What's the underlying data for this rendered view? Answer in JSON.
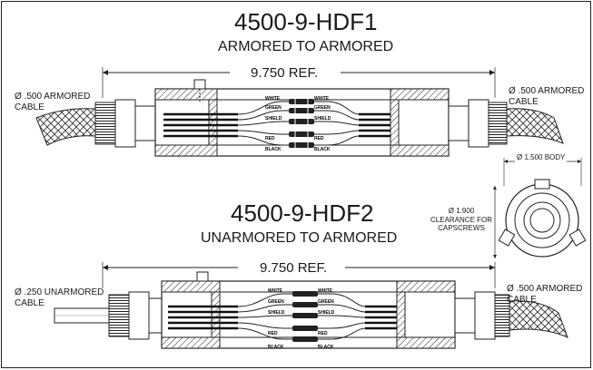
{
  "assembly1": {
    "title": "4500-9-HDF1",
    "subtitle": "ARMORED TO ARMORED",
    "dimension": "9.750 REF.",
    "left_label": [
      "Ø .500 ARMORED",
      "CABLE"
    ],
    "right_label": [
      "Ø .500 ARMORED",
      "CABLE"
    ],
    "wires_left": [
      "WHITE",
      "GREEN",
      "SHIELD",
      "RED",
      "BLACK"
    ],
    "wires_right": [
      "WHITE",
      "GREEN",
      "SHIELD",
      "RED",
      "BLACK"
    ]
  },
  "assembly2": {
    "title": "4500-9-HDF2",
    "subtitle": "UNARMORED TO ARMORED",
    "dimension": "9.750 REF.",
    "left_label": [
      "Ø .250 UNARMORED",
      "CABLE"
    ],
    "right_label": [
      "Ø .500 ARMORED",
      "CABLE"
    ],
    "wires_left": [
      "WHITE",
      "GREEN",
      "SHIELD",
      "RED",
      "BLACK"
    ],
    "wires_right": [
      "WHITE",
      "GREEN",
      "SHIELD",
      "RED",
      "BLACK"
    ]
  },
  "end_view": {
    "body_label": "Ø 1.500 BODY",
    "clearance_label": [
      "Ø 1.900",
      "CLEARANCE FOR",
      "CAPSCREWS"
    ]
  }
}
